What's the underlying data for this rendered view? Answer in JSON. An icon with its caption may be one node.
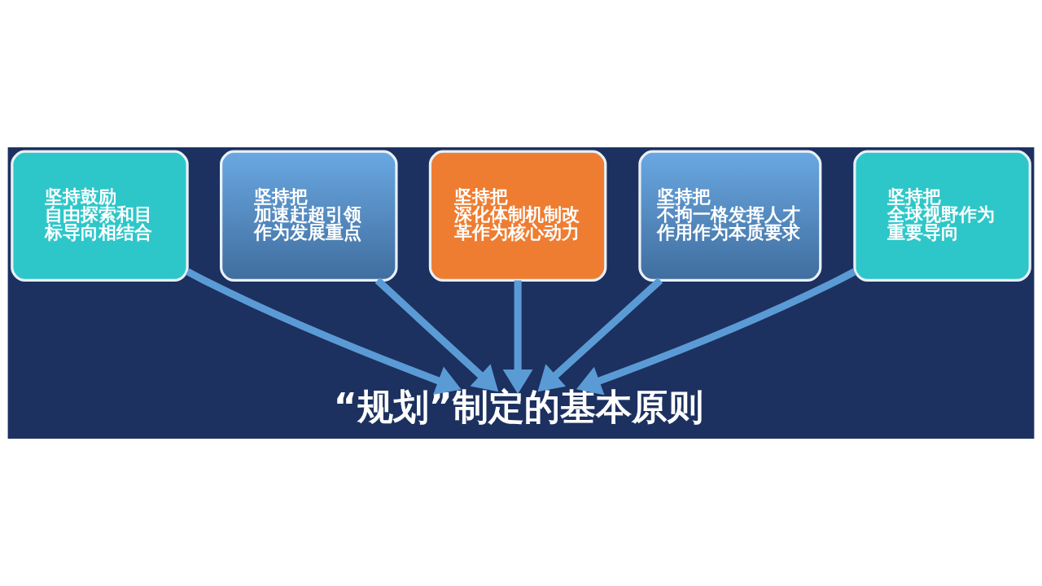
{
  "diagram": {
    "nodes": [
      {
        "text": [
          "坚持鼓励",
          "自由探索和目标导向相结合"
        ]
      },
      {
        "text": [
          "坚持把",
          "加速赶超引领作为发展重点"
        ]
      },
      {
        "text": [
          "坚持把",
          "深化体制机制改革作为核心动力"
        ]
      },
      {
        "text": [
          "坚持把",
          "不拘一格发挥人才作用作为本质要求"
        ]
      },
      {
        "text": [
          "坚持把",
          "全球视野作为重要导向"
        ]
      },
      {
        "text": [
          "“规划”制定的基本原则"
        ]
      }
    ],
    "edges": [
      {
        "from": 0,
        "to": 5,
        "arrow": "to"
      },
      {
        "from": 1,
        "to": 5,
        "arrow": "to"
      },
      {
        "from": 2,
        "to": 5,
        "arrow": "to"
      },
      {
        "from": 3,
        "to": 5,
        "arrow": "to"
      },
      {
        "from": 4,
        "to": 5,
        "arrow": "to"
      }
    ]
  }
}
